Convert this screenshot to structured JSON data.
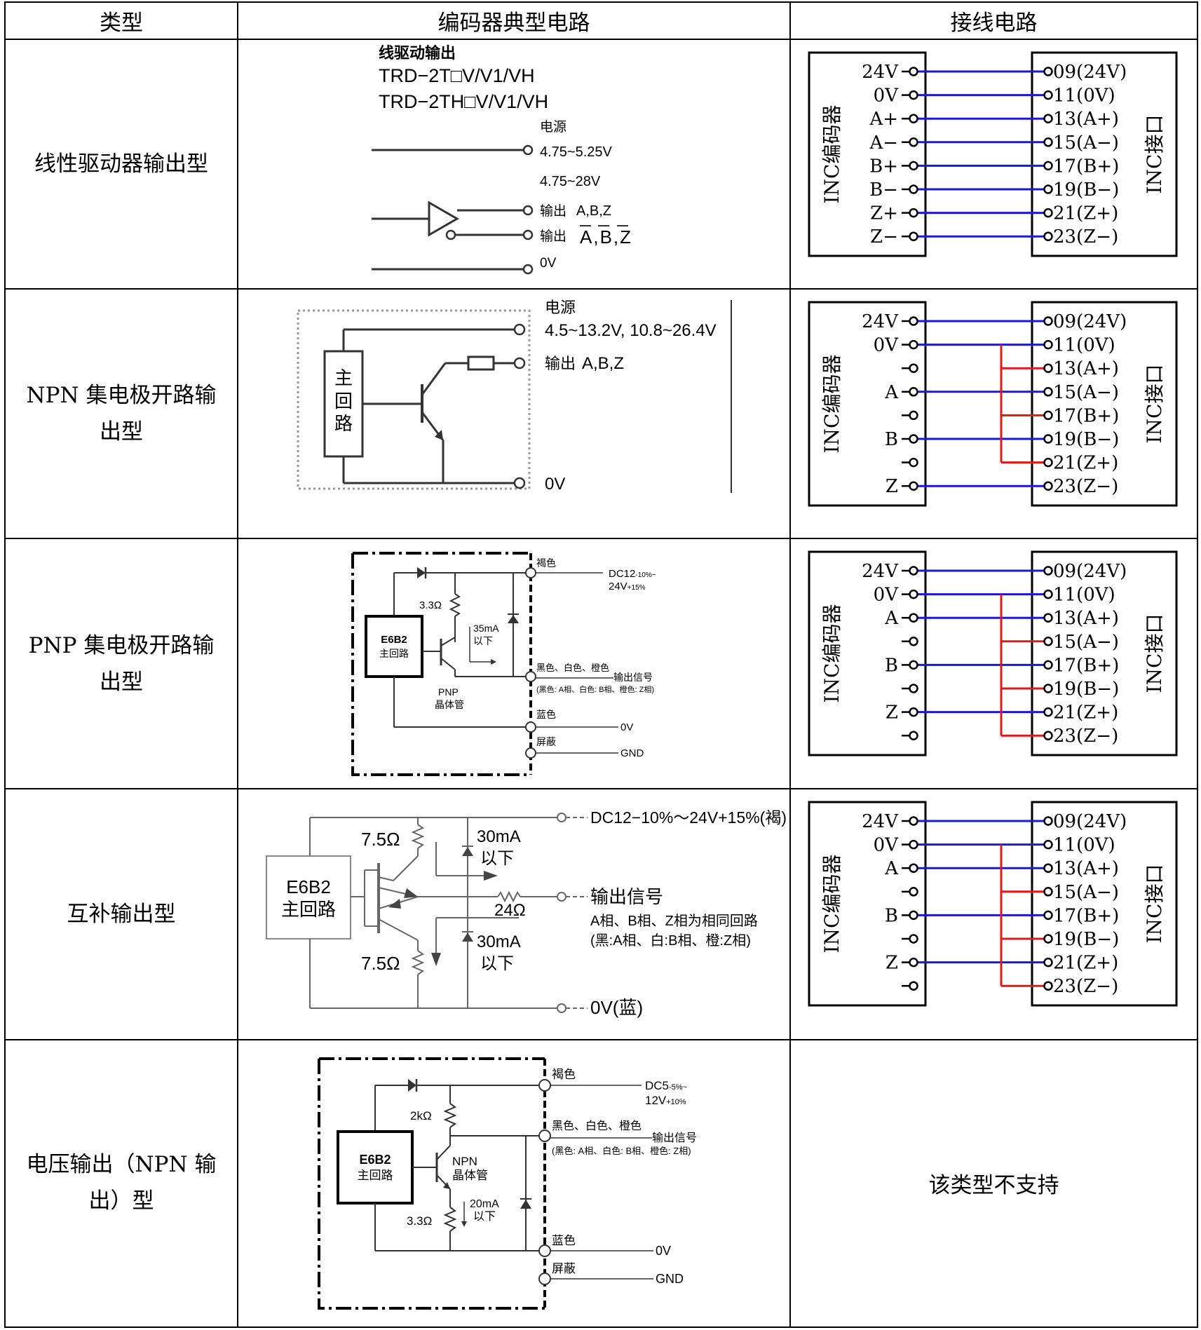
{
  "headers": {
    "type": "类型",
    "circuit": "编码器典型电路",
    "wiring": "接线电路"
  },
  "types": [
    "线性驱动器输出型",
    "NPN 集电极开路输出型",
    "PNP 集电极开路输出型",
    "互补输出型",
    "电压输出（NPN 输出）型"
  ],
  "not_supported": "该类型不支持",
  "wiring": {
    "encoder_label": "INC编码器",
    "interface_label": "INC接口",
    "right_pins": [
      "09(24V)",
      "11(0V)",
      "13(A+)",
      "15(A−)",
      "17(B+)",
      "19(B−)",
      "21(Z+)",
      "23(Z−)"
    ],
    "left_pins_linear": [
      "24V",
      "0V",
      "A+",
      "A−",
      "B+",
      "B−",
      "Z+",
      "Z−"
    ],
    "left_pins_npn": [
      "24V",
      "0V",
      "",
      "A",
      "",
      "B",
      "",
      "Z"
    ],
    "left_pins_pnp": [
      "24V",
      "0V",
      "A",
      "",
      "B",
      "",
      "Z",
      ""
    ],
    "colors": {
      "blue": "#1a1ad6",
      "red": "#e01818"
    }
  },
  "circuits": {
    "linear": {
      "title": "线驱动输出",
      "model1": "TRD−2T□V/V1/VH",
      "model2": "TRD−2TH□V/V1/VH",
      "supply": "电源",
      "v1": "4.75~5.25V",
      "v2": "4.75~28V",
      "out_label": "输出",
      "out1": "A,B,Z",
      "out2": "A,B,Z",
      "zero": "0V"
    },
    "npn": {
      "supply": "电源",
      "voltage": "4.5~13.2V, 10.8~26.4V",
      "out_label": "输出",
      "out": "A,B,Z",
      "main": "主回路",
      "zero": "0V"
    },
    "pnp": {
      "brown": "褐色",
      "dc": "DC12",
      "dc_tol": "-10%~",
      "dc2": "24V",
      "dc2_tol": "+15%",
      "r": "3.3Ω",
      "i": "35mA",
      "i2": "以下",
      "block1": "E6B2",
      "block2": "主回路",
      "t1": "PNP",
      "t2": "晶体管",
      "colors": "黑色、白色、橙色",
      "signal": "输出信号",
      "phases": "(黑色: A相、白色: B相、橙色: Z相)",
      "blue": "蓝色",
      "zero": "0V",
      "shield": "屏蔽",
      "gnd": "GND"
    },
    "comp": {
      "dc": "DC12−10%～24V+15%(褐)",
      "r1": "7.5Ω",
      "i": "30mA",
      "i2": "以下",
      "block1": "E6B2",
      "block2": "主回路",
      "signal": "输出信号",
      "r2": "24Ω",
      "phase1": "A相、B相、Z相为相同回路",
      "phase2": "(黑:A相、白:B相、橙:Z相)",
      "i3": "30mA",
      "i4": "以下",
      "r3": "7.5Ω",
      "zero": "0V(蓝)"
    },
    "volt": {
      "brown": "褐色",
      "dc": "DC5",
      "dc_tol": "-5%~",
      "dc2": "12V",
      "dc2_tol": "+10%",
      "r": "2kΩ",
      "colors": "黑色、白色、橙色",
      "signal": "输出信号",
      "phases": "(黑色: A相、白色: B相、橙色: Z相)",
      "block1": "E6B2",
      "block2": "主回路",
      "t1": "NPN",
      "t2": "晶体管",
      "i": "20mA",
      "i2": "以下",
      "r2": "3.3Ω",
      "blue": "蓝色",
      "zero": "0V",
      "shield": "屏蔽",
      "gnd": "GND"
    }
  }
}
